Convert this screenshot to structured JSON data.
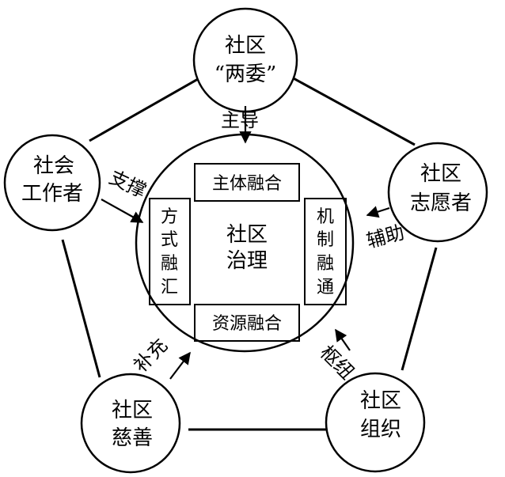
{
  "nodes": {
    "top": {
      "line1": "社区",
      "line2": "“两委”"
    },
    "left": {
      "line1": "社会",
      "line2": "工作者"
    },
    "right": {
      "line1": "社区",
      "line2": "志愿者"
    },
    "bottom_left": {
      "line1": "社区",
      "line2": "慈善"
    },
    "bottom_right": {
      "line1": "社区",
      "line2": "组织"
    }
  },
  "center": {
    "line1": "社区",
    "line2": "治理"
  },
  "boxes": {
    "top": "主体融合",
    "bottom": "资源融合",
    "left": [
      "方",
      "式",
      "融",
      "汇"
    ],
    "right": [
      "机",
      "制",
      "融",
      "通"
    ]
  },
  "relations": {
    "lead": "主导",
    "support": "支撑",
    "assist": "辅助",
    "supplement": "补充",
    "hub": "枢纽"
  }
}
